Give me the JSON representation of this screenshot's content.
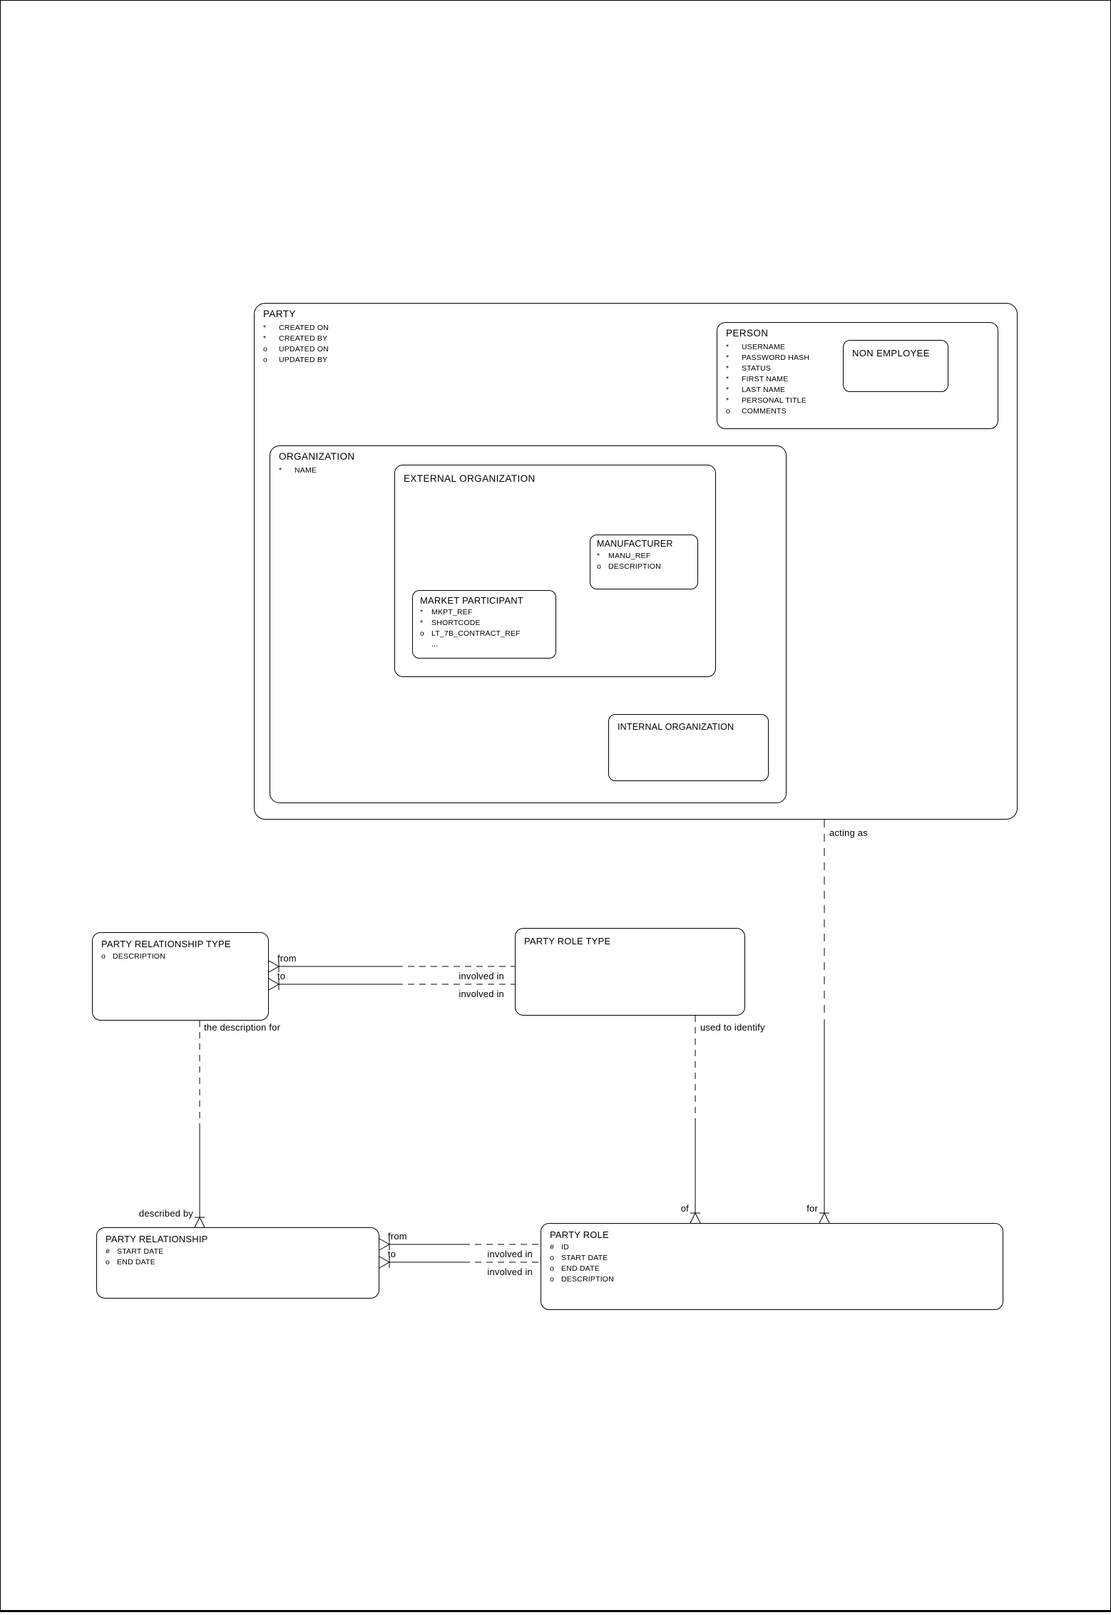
{
  "entities": {
    "party": {
      "title": "PARTY",
      "attrs": [
        {
          "p": "*",
          "t": "CREATED ON"
        },
        {
          "p": "*",
          "t": "CREATED BY"
        },
        {
          "p": "o",
          "t": "UPDATED ON"
        },
        {
          "p": "o",
          "t": "UPDATED BY"
        }
      ]
    },
    "person": {
      "title": "PERSON",
      "attrs": [
        {
          "p": "*",
          "t": "USERNAME"
        },
        {
          "p": "*",
          "t": "PASSWORD HASH"
        },
        {
          "p": "*",
          "t": "STATUS"
        },
        {
          "p": "*",
          "t": "FIRST NAME"
        },
        {
          "p": "*",
          "t": "LAST NAME"
        },
        {
          "p": "*",
          "t": "PERSONAL TITLE"
        },
        {
          "p": "o",
          "t": "COMMENTS"
        }
      ]
    },
    "non_employee": {
      "title": "NON EMPLOYEE"
    },
    "organization": {
      "title": "ORGANIZATION",
      "attrs": [
        {
          "p": "*",
          "t": "NAME"
        }
      ]
    },
    "external_organization": {
      "title": "EXTERNAL ORGANIZATION"
    },
    "manufacturer": {
      "title": "MANUFACTURER",
      "attrs": [
        {
          "p": "*",
          "t": "MANU_REF"
        },
        {
          "p": "o",
          "t": "DESCRIPTION"
        }
      ]
    },
    "market_participant": {
      "title": "MARKET PARTICIPANT",
      "attrs": [
        {
          "p": "*",
          "t": "MKPT_REF"
        },
        {
          "p": "*",
          "t": "SHORTCODE"
        },
        {
          "p": "o",
          "t": "LT_7B_CONTRACT_REF"
        },
        {
          "p": "",
          "t": "..."
        }
      ]
    },
    "internal_organization": {
      "title": "INTERNAL ORGANIZATION"
    },
    "party_relationship_type": {
      "title": "PARTY RELATIONSHIP TYPE",
      "attrs": [
        {
          "p": "o",
          "t": "DESCRIPTION"
        }
      ]
    },
    "party_role_type": {
      "title": "PARTY ROLE TYPE"
    },
    "party_relationship": {
      "title": "PARTY RELATIONSHIP",
      "attrs": [
        {
          "p": "#",
          "t": "START DATE"
        },
        {
          "p": "o",
          "t": "END DATE"
        }
      ]
    },
    "party_role": {
      "title": "PARTY ROLE",
      "attrs": [
        {
          "p": "#",
          "t": "ID"
        },
        {
          "p": "o",
          "t": "START DATE"
        },
        {
          "p": "o",
          "t": "END DATE"
        },
        {
          "p": "o",
          "t": "DESCRIPTION"
        }
      ]
    }
  },
  "labels": {
    "acting_as": "acting as",
    "for": "for",
    "of": "of",
    "used_to_identify": "used to identify",
    "the_description_for": "the description for",
    "described_by": "described by",
    "from_top": "from",
    "to_top": "to",
    "involved_in_top_1": "involved in",
    "involved_in_top_2": "involved in",
    "from_bottom": "from",
    "to_bottom": "to",
    "involved_in_bottom_1": "involved in",
    "involved_in_bottom_2": "involved in"
  },
  "colors": {
    "line": "#000000",
    "background": "#ffffff",
    "text": "#000000"
  }
}
